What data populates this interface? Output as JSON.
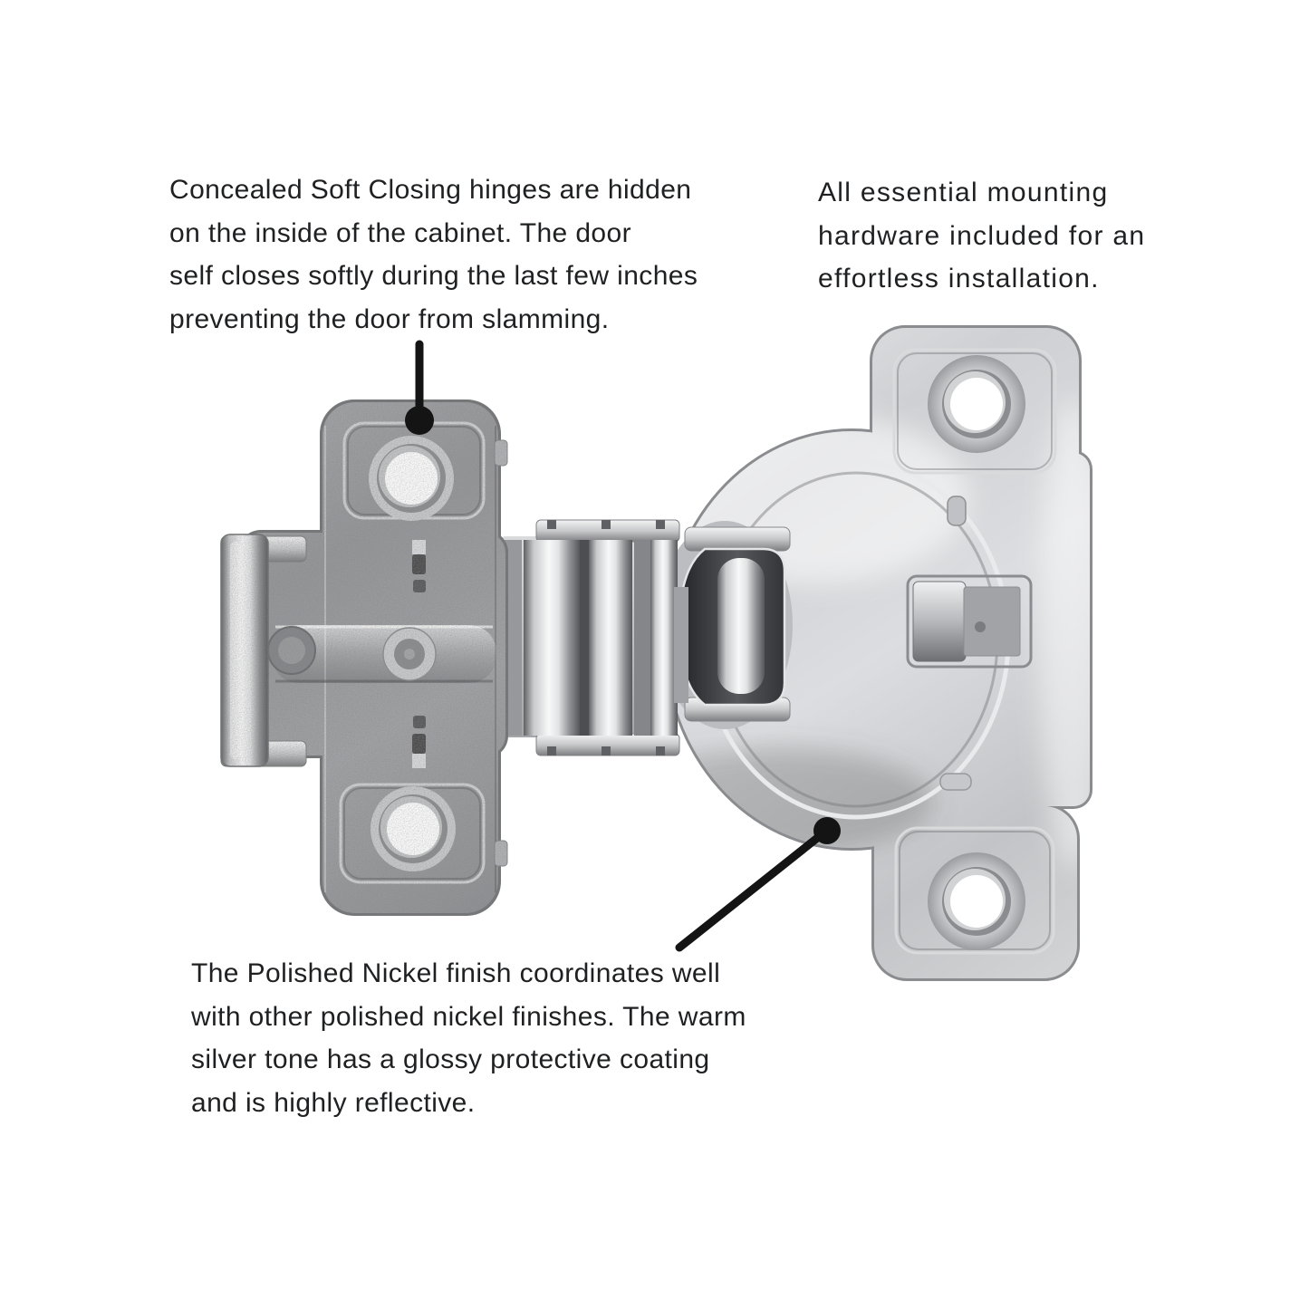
{
  "page": {
    "background": "#ffffff"
  },
  "annotations": {
    "top_left": {
      "text": "Concealed Soft Closing hinges are hidden\non the inside of the cabinet. The door\nself closes softly during the last few inches\npreventing the door from slamming."
    },
    "top_right": {
      "text": "All essential mounting\nhardware included for an\neffortless installation."
    },
    "bottom": {
      "text": "The Polished Nickel finish coordinates well\nwith other polished nickel finishes. The warm\nsilver tone has a glossy protective coating\nand is highly reflective."
    }
  },
  "figure": {
    "subject": "concealed-soft-close-cabinet-hinge",
    "colors": {
      "background": "#ffffff",
      "text": "#1f2022",
      "leader_line": "#141414",
      "metal_highlight": "#f6f6f7",
      "metal_mid": "#c7c8ca",
      "metal_dark": "#77787b"
    }
  }
}
